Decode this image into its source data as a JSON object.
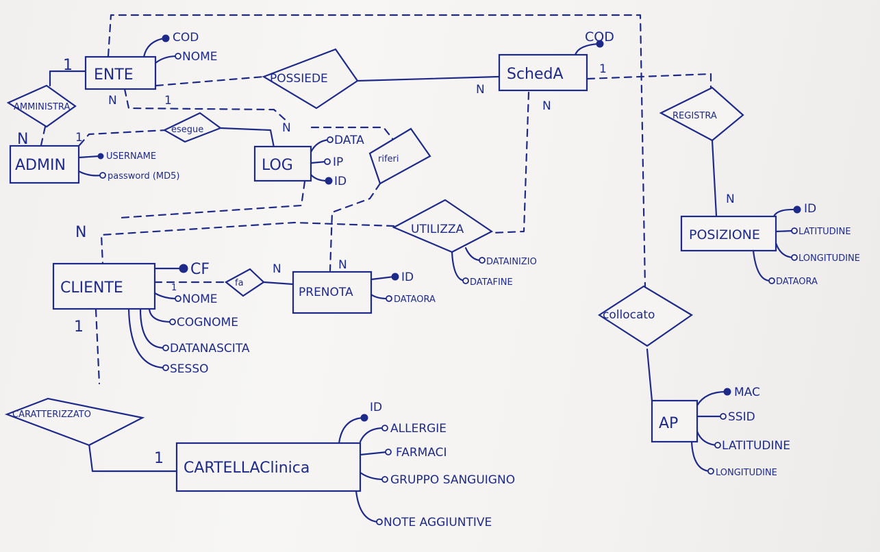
{
  "entities": {
    "ente": {
      "label": "ENTE",
      "attrs": [
        "COD",
        "NOME"
      ]
    },
    "scheda": {
      "label": "SchedA",
      "attrs": [
        "COD"
      ]
    },
    "admin": {
      "label": "ADMIN",
      "attrs": [
        "USERNAME",
        "password (MD5)"
      ]
    },
    "log": {
      "label": "LOG",
      "attrs": [
        "DATA",
        "IP",
        "ID"
      ]
    },
    "cliente": {
      "label": "CLIENTE",
      "attrs": [
        "CF",
        "NOME",
        "COGNOME",
        "DATANASCITA",
        "SESSO"
      ]
    },
    "prenota": {
      "label": "PRENOTA",
      "attrs": [
        "ID",
        "DATAORA"
      ]
    },
    "posizione": {
      "label": "POSIZIONE",
      "attrs": [
        "ID",
        "LATITUDINE",
        "LONGITUDINE",
        "DATAORA"
      ]
    },
    "ap": {
      "label": "AP",
      "attrs": [
        "MAC",
        "SSID",
        "LATITUDINE",
        "LONGITUDINE"
      ]
    },
    "cartella": {
      "label": "CARTELLAClinica",
      "attrs": [
        "ID",
        "ALLERGIE",
        "FARMACI",
        "GRUPPO SANGUIGNO",
        "NOTE AGGIUNTIVE"
      ]
    }
  },
  "relationships": {
    "amministra": {
      "label": "AMMINISTRA"
    },
    "possiede": {
      "label": "POSSIEDE"
    },
    "esegue": {
      "label": "esegue"
    },
    "riferi": {
      "label": "riferi"
    },
    "registra": {
      "label": "REGISTRA"
    },
    "utilizza": {
      "label": "UTILIZZA"
    },
    "fa": {
      "label": "fa"
    },
    "collocato": {
      "label": "collocato"
    },
    "caratterizzato": {
      "label": "CARATTERIZZATO"
    }
  },
  "relationship_attrs": {
    "utilizza": [
      "DATAINIZIO",
      "DATAFINE"
    ]
  },
  "cardinalities": {
    "ente_amministra": "1",
    "admin_amministra": "N",
    "ente_log": "N",
    "ente_log_one": "1",
    "admin_esegue": "1",
    "log_esegue": "N",
    "possiede_scheda": "N",
    "scheda_registra": "1",
    "scheda_utilizza": "N",
    "registra_posizione": "N",
    "cliente_top": "N",
    "cliente_fa": "1",
    "fa_prenota": "N",
    "prenota_top": "N",
    "cliente_caratterizzato": "1",
    "caratterizzato_cartella": "1"
  }
}
